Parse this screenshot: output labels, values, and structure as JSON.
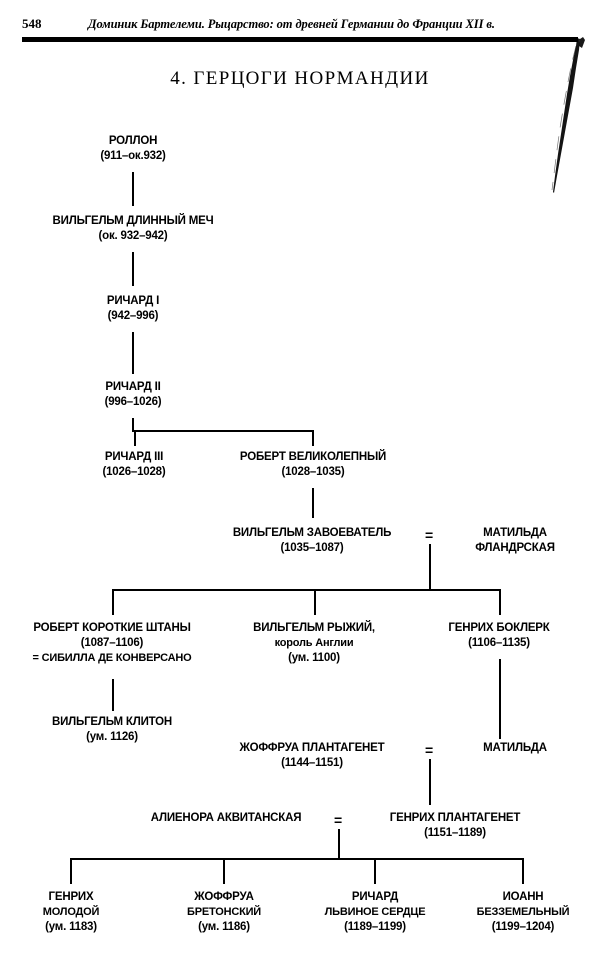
{
  "page": {
    "number": "548",
    "running_head": "Доминик Бартелеми. Рыцарство: от древней Германии до Франции XII в."
  },
  "chart_title": "4. ГЕРЦОГИ НОРМАНДИИ",
  "equals_sign": "=",
  "nodes": {
    "rollon": {
      "name": "РОЛЛОН",
      "dates": "(911–ок.932)"
    },
    "longsword": {
      "name": "ВИЛЬГЕЛЬМ ДЛИННЫЙ МЕЧ",
      "dates": "(ок. 932–942)"
    },
    "richard1": {
      "name": "РИЧАРД I",
      "dates": "(942–996)"
    },
    "richard2": {
      "name": "РИЧАРД II",
      "dates": "(996–1026)"
    },
    "richard3": {
      "name": "РИЧАРД III",
      "dates": "(1026–1028)"
    },
    "robert_magn": {
      "name": "РОБЕРТ ВЕЛИКОЛЕПНЫЙ",
      "dates": "(1028–1035)"
    },
    "conqueror": {
      "name": "ВИЛЬГЕЛЬМ ЗАВОЕВАТЕЛЬ",
      "dates": "(1035–1087)"
    },
    "matilda_fl": {
      "name": "МАТИЛЬДА",
      "dates": "ФЛАНДРСКАЯ"
    },
    "curthose": {
      "name": "РОБЕРТ КОРОТКИЕ ШТАНЫ",
      "dates": "(1087–1106)",
      "spouse": "= СИБИЛЛА ДЕ КОНВЕРСАНО"
    },
    "rufus": {
      "name": "ВИЛЬГЕЛЬМ РЫЖИЙ,",
      "sub": "король Англии",
      "dates": "(ум. 1100)"
    },
    "beauclerc": {
      "name": "ГЕНРИХ БОКЛЕРК",
      "dates": "(1106–1135)"
    },
    "cliton": {
      "name": "ВИЛЬГЕЛЬМ КЛИТОН",
      "dates": "(ум. 1126)"
    },
    "geoffrey_pl": {
      "name": "ЖОФФРУА ПЛАНТАГЕНЕТ",
      "dates": "(1144–1151)"
    },
    "matilda": {
      "name": "МАТИЛЬДА",
      "dates": ""
    },
    "eleanor": {
      "name": "АЛИЕНОРА АКВИТАНСКАЯ",
      "dates": ""
    },
    "henry_pl": {
      "name": "ГЕНРИХ ПЛАНТАГЕНЕТ",
      "dates": "(1151–1189)"
    },
    "henry_young": {
      "name": "ГЕНРИХ",
      "sub": "МОЛОДОЙ",
      "dates": "(ум. 1183)"
    },
    "geoffrey_bret": {
      "name": "ЖОФФРУА",
      "sub": "БРЕТОНСКИЙ",
      "dates": "(ум. 1186)"
    },
    "lionheart": {
      "name": "РИЧАРД",
      "sub": "ЛЬВИНОЕ СЕРДЦЕ",
      "dates": "(1189–1199)"
    },
    "lackland": {
      "name": "ИОАНН",
      "sub": "БЕЗЗЕМЕЛЬНЫЙ",
      "dates": "(1199–1204)"
    }
  },
  "colors": {
    "ink": "#000000",
    "paper": "#ffffff"
  }
}
